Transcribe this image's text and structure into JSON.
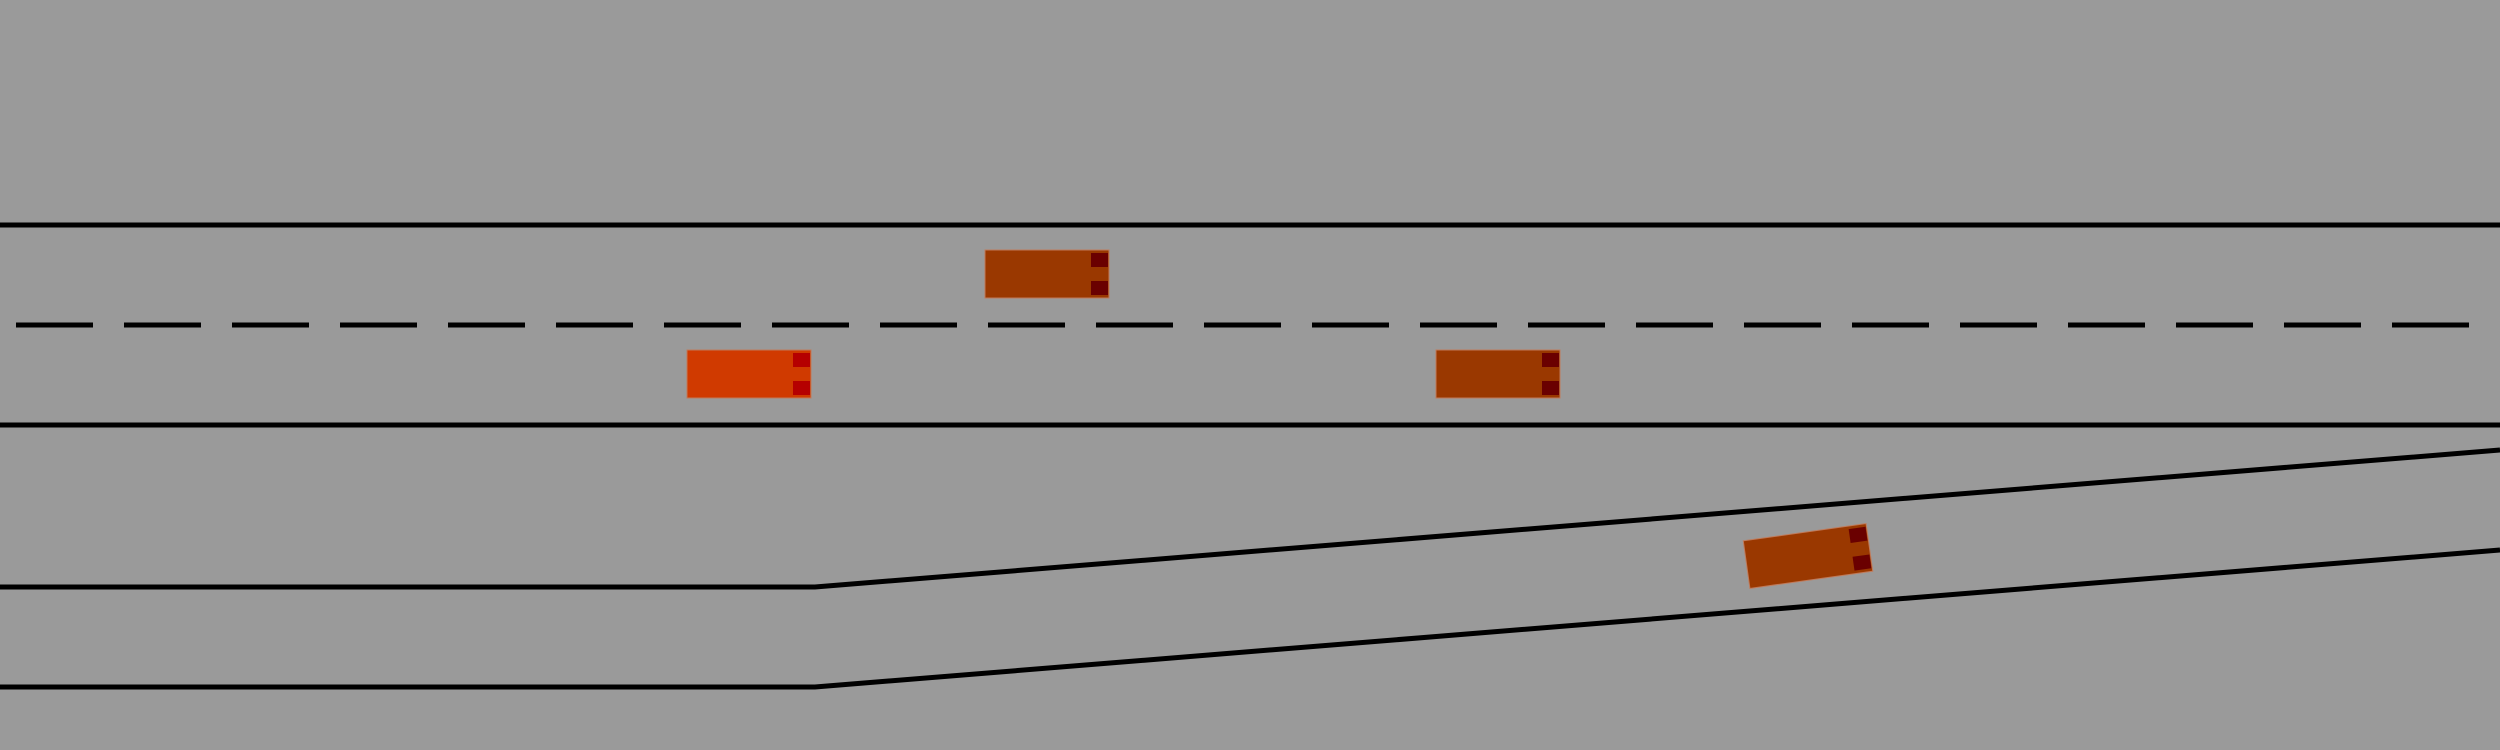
{
  "scene": {
    "background_color": "#9a9a9a",
    "line_color": "#000000",
    "highway_lane_count": 2,
    "on_ramp_merges_from": "bottom-left"
  },
  "vehicles": [
    {
      "id": "ego",
      "role": "controlled",
      "lane": "highway-lower",
      "color": "#d03a00",
      "rear_light_color": "#b50000",
      "heading": "right"
    },
    {
      "id": "car-1",
      "role": "other",
      "lane": "highway-upper",
      "color": "#9a3800",
      "rear_light_color": "#6a0000",
      "heading": "right"
    },
    {
      "id": "car-2",
      "role": "other",
      "lane": "highway-lower",
      "color": "#9a3800",
      "rear_light_color": "#6a0000",
      "heading": "right"
    },
    {
      "id": "car-3",
      "role": "other",
      "lane": "on-ramp",
      "color": "#9a3800",
      "rear_light_color": "#6a0000",
      "heading": "up-right"
    }
  ]
}
